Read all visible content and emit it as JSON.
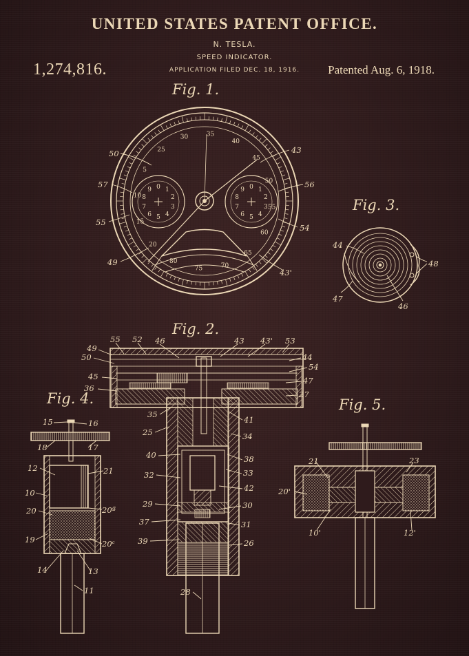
{
  "header": {
    "title": "UNITED STATES PATENT OFFICE.",
    "inventor": "N. TESLA.",
    "invention": "SPEED INDICATOR.",
    "filed": "APPLICATION FILED DEC. 18, 1916.",
    "patent_number": "1,274,816.",
    "patented": "Patented Aug. 6, 1918."
  },
  "figures": {
    "fig1": "Fig. 1.",
    "fig2": "Fig. 2.",
    "fig3": "Fig. 3.",
    "fig4": "Fig. 4.",
    "fig5": "Fig. 5."
  },
  "refs": {
    "fig1": [
      "50",
      "43",
      "57",
      "56",
      "55",
      "54",
      "49",
      "43'"
    ],
    "fig3": [
      "44",
      "48",
      "47",
      "46"
    ],
    "fig2": [
      "55",
      "52",
      "46",
      "43",
      "43'",
      "53",
      "49",
      "50",
      "44",
      "54",
      "45",
      "47",
      "36",
      "27",
      "35",
      "41",
      "25",
      "34",
      "40",
      "38",
      "33",
      "32",
      "42",
      "29",
      "30",
      "37",
      "31",
      "39",
      "26",
      "28"
    ],
    "fig4": [
      "15",
      "16",
      "18",
      "17",
      "12",
      "21",
      "10",
      "20",
      "20ª",
      "19",
      "20ᶜ",
      "14",
      "13",
      "11"
    ],
    "fig5": [
      "21",
      "23",
      "20'",
      "10'",
      "12'"
    ]
  },
  "dial": {
    "main_scale": [
      "25",
      "30",
      "35",
      "40",
      "45",
      "50",
      "55",
      "60",
      "65",
      "70",
      "75",
      "80",
      "20",
      "15",
      "10",
      "5"
    ],
    "left_subdial": [
      "1",
      "2",
      "3",
      "4",
      "5",
      "6",
      "7",
      "8",
      "9",
      "0"
    ],
    "right_subdial": [
      "1",
      "2",
      "3",
      "4",
      "5",
      "6",
      "7",
      "8",
      "9",
      "0"
    ]
  },
  "colors": {
    "ink": "#ecd8b6",
    "background": "#2f1b1c"
  }
}
